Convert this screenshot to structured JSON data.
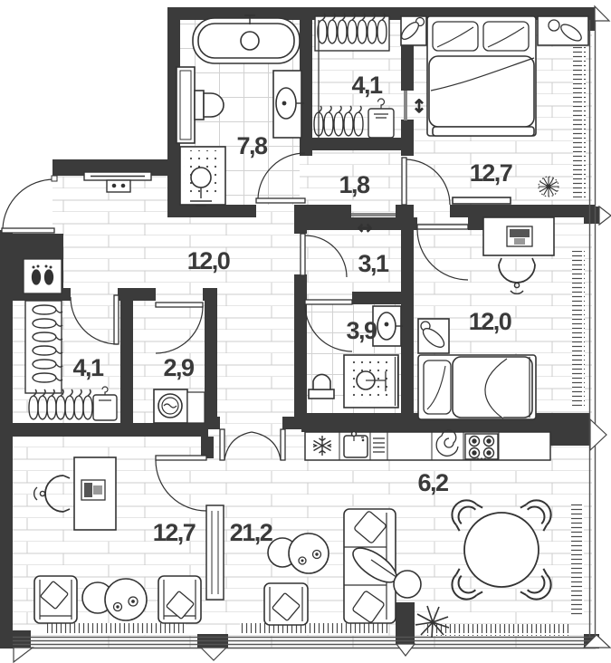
{
  "plan": {
    "type": "apartment-floor-plan",
    "colors": {
      "wall": "#3b3b3b",
      "outline": "#333333",
      "floor_line": "#cccccc",
      "hatch": "#4a4a4a",
      "label": "#3a3a3a",
      "appliance_dark": "#555555"
    },
    "rooms": [
      {
        "id": "bathroom-main",
        "area": "7,8"
      },
      {
        "id": "closet-top",
        "area": "4,1"
      },
      {
        "id": "hallway-small",
        "area": "1,8"
      },
      {
        "id": "bedroom-top",
        "area": "12,7"
      },
      {
        "id": "entry-hall",
        "area": "12,0"
      },
      {
        "id": "corridor",
        "area": "3,1"
      },
      {
        "id": "bathroom-small",
        "area": "3,9"
      },
      {
        "id": "bedroom-right",
        "area": "12,0"
      },
      {
        "id": "wardrobe-left",
        "area": "4,1"
      },
      {
        "id": "laundry",
        "area": "2,9"
      },
      {
        "id": "kitchen",
        "area": "6,2"
      },
      {
        "id": "lounge-room",
        "area": "12,7"
      },
      {
        "id": "living-room",
        "area": "21,2"
      }
    ],
    "symbols": {
      "sliding_door_horizontal": "↔",
      "sliding_door_vertical": "↕"
    }
  }
}
